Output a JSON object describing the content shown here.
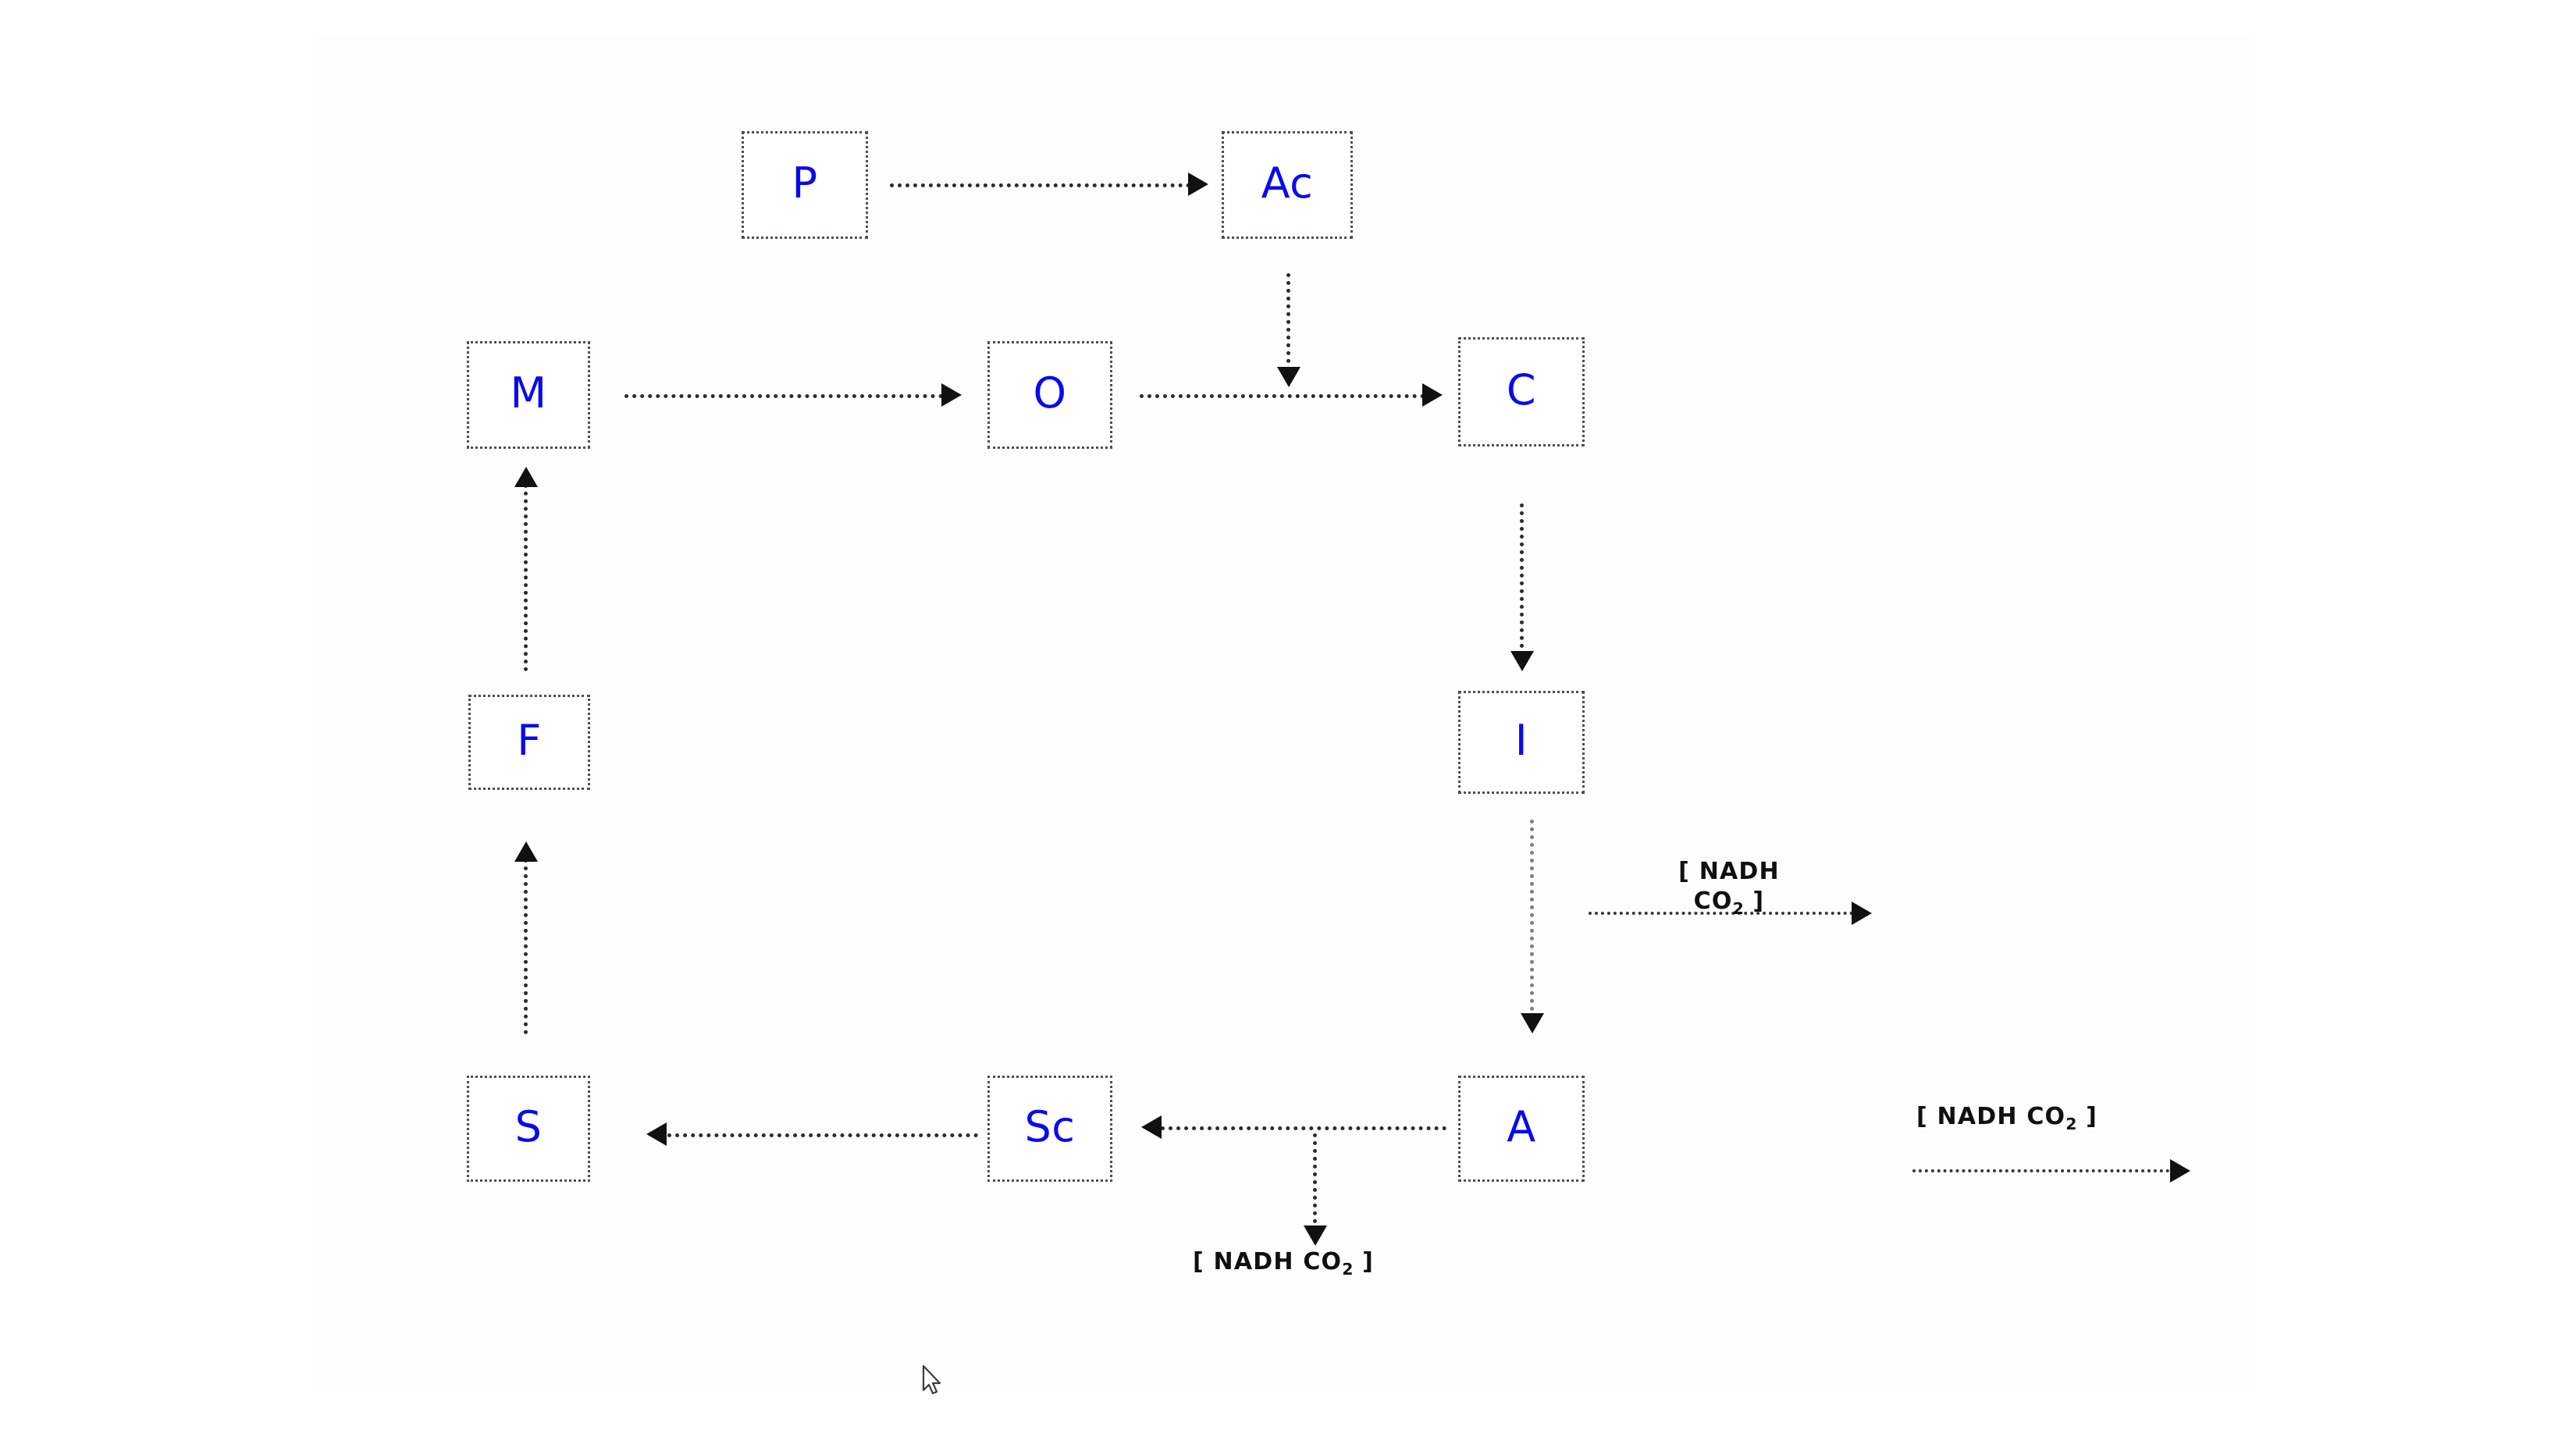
{
  "diagram": {
    "title": "Citric acid cycle abbreviated node diagram",
    "accent_color": "#0a0aee",
    "line_color": "#2b2b2b",
    "background_color": "#ffffff",
    "nodes": [
      {
        "id": "P",
        "label": "P",
        "name": "node-p"
      },
      {
        "id": "Ac",
        "label": "Ac",
        "name": "node-ac"
      },
      {
        "id": "M",
        "label": "M",
        "name": "node-m"
      },
      {
        "id": "O",
        "label": "O",
        "name": "node-o"
      },
      {
        "id": "C",
        "label": "C",
        "name": "node-c"
      },
      {
        "id": "I",
        "label": "I",
        "name": "node-i"
      },
      {
        "id": "F",
        "label": "F",
        "name": "node-f"
      },
      {
        "id": "A",
        "label": "A",
        "name": "node-a"
      },
      {
        "id": "Sc",
        "label": "Sc",
        "name": "node-sc"
      },
      {
        "id": "S",
        "label": "S",
        "name": "node-s"
      }
    ],
    "edges": [
      {
        "from": "P",
        "to": "Ac",
        "direction": "right"
      },
      {
        "from": "Ac",
        "to": "C",
        "direction": "down"
      },
      {
        "from": "M",
        "to": "O",
        "direction": "right"
      },
      {
        "from": "O",
        "to": "C",
        "direction": "right"
      },
      {
        "from": "C",
        "to": "I",
        "direction": "down"
      },
      {
        "from": "I",
        "to": "A",
        "direction": "down"
      },
      {
        "from": "A",
        "to": "Sc",
        "direction": "left"
      },
      {
        "from": "Sc",
        "to": "S",
        "direction": "left"
      },
      {
        "from": "F",
        "to": "M",
        "direction": "up"
      },
      {
        "from": "S",
        "to": "F",
        "direction": "up"
      },
      {
        "from": "Sc",
        "to": "products-bottom",
        "direction": "down"
      },
      {
        "from": "I",
        "to": "products-right-upper",
        "direction": "right"
      },
      {
        "from": "A",
        "to": "products-right-lower",
        "direction": "right"
      }
    ],
    "annotations": [
      {
        "name": "nadh-co2-upper-right",
        "line1": "[ NADH",
        "line2_pre": "CO",
        "line2_sub": "2",
        "line2_post": " ]"
      },
      {
        "name": "nadh-co2-lower-right",
        "pre": "[ NADH CO",
        "sub": "2",
        "post": " ]"
      },
      {
        "name": "nadh-co2-bottom",
        "pre": "[ NADH CO",
        "sub": "2",
        "post": " ]"
      }
    ]
  }
}
